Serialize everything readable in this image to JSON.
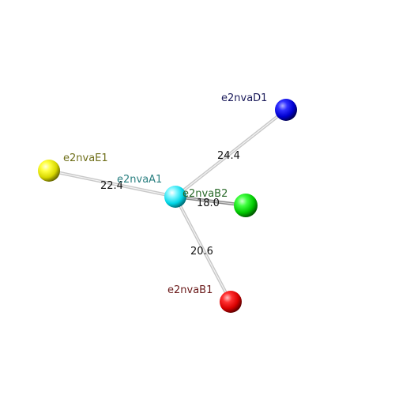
{
  "nodes": {
    "center": {
      "label": "e2nvaA1",
      "color": "#00e5ee",
      "label_color": "#2a7f80"
    },
    "d1": {
      "label": "e2nvaD1",
      "color": "#0a0adc",
      "label_color": "#1a1a5a"
    },
    "e1": {
      "label": "e2nvaE1",
      "color": "#e5e500",
      "label_color": "#6f6f1a"
    },
    "b2": {
      "label": "e2nvaB2",
      "color": "#10d010",
      "label_color": "#2a6a2a"
    },
    "b1": {
      "label": "e2nvaB1",
      "color": "#e00000",
      "label_color": "#6a1a1a"
    }
  },
  "edges": {
    "to_d1": "24.4",
    "to_e1": "22.4",
    "to_b2": "18.0",
    "to_b1": "20.6"
  }
}
